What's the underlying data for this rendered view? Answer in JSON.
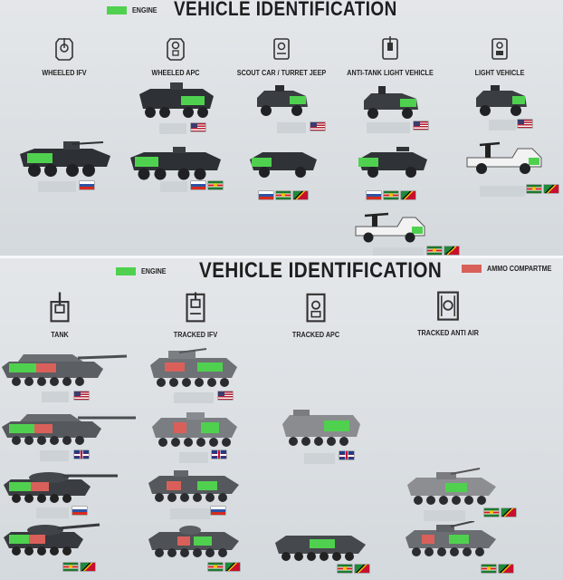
{
  "colors": {
    "engine": "#4fd14f",
    "ammo": "#d9605a"
  },
  "top": {
    "title": "VEHICLE IDENTIFICATION",
    "legend_engine": "ENGINE",
    "categories": [
      {
        "label": "WHEELED IFV",
        "icon": "wheeled-ifv-icon"
      },
      {
        "label": "WHEELED APC",
        "icon": "wheeled-apc-icon"
      },
      {
        "label": "SCOUT CAR / TURRET JEEP",
        "icon": "scout-car-icon"
      },
      {
        "label": "ANTI-TANK LIGHT VEHICLE",
        "icon": "anti-tank-vehicle-icon"
      },
      {
        "label": "LIGHT VEHICLE",
        "icon": "light-vehicle-icon"
      }
    ]
  },
  "bottom": {
    "title": "VEHICLE IDENTIFICATION",
    "legend_engine": "ENGINE",
    "legend_ammo": "AMMO COMPARTME",
    "categories": [
      {
        "label": "TANK",
        "icon": "tank-icon"
      },
      {
        "label": "TRACKED IFV",
        "icon": "tracked-ifv-icon"
      },
      {
        "label": "TRACKED APC",
        "icon": "tracked-apc-icon"
      },
      {
        "label": "TRACKED ANTI AIR",
        "icon": "tracked-anti-air-icon"
      }
    ]
  },
  "flags": [
    "usa",
    "russia",
    "uk",
    "green-crescent",
    "diagonal-tricolor"
  ]
}
